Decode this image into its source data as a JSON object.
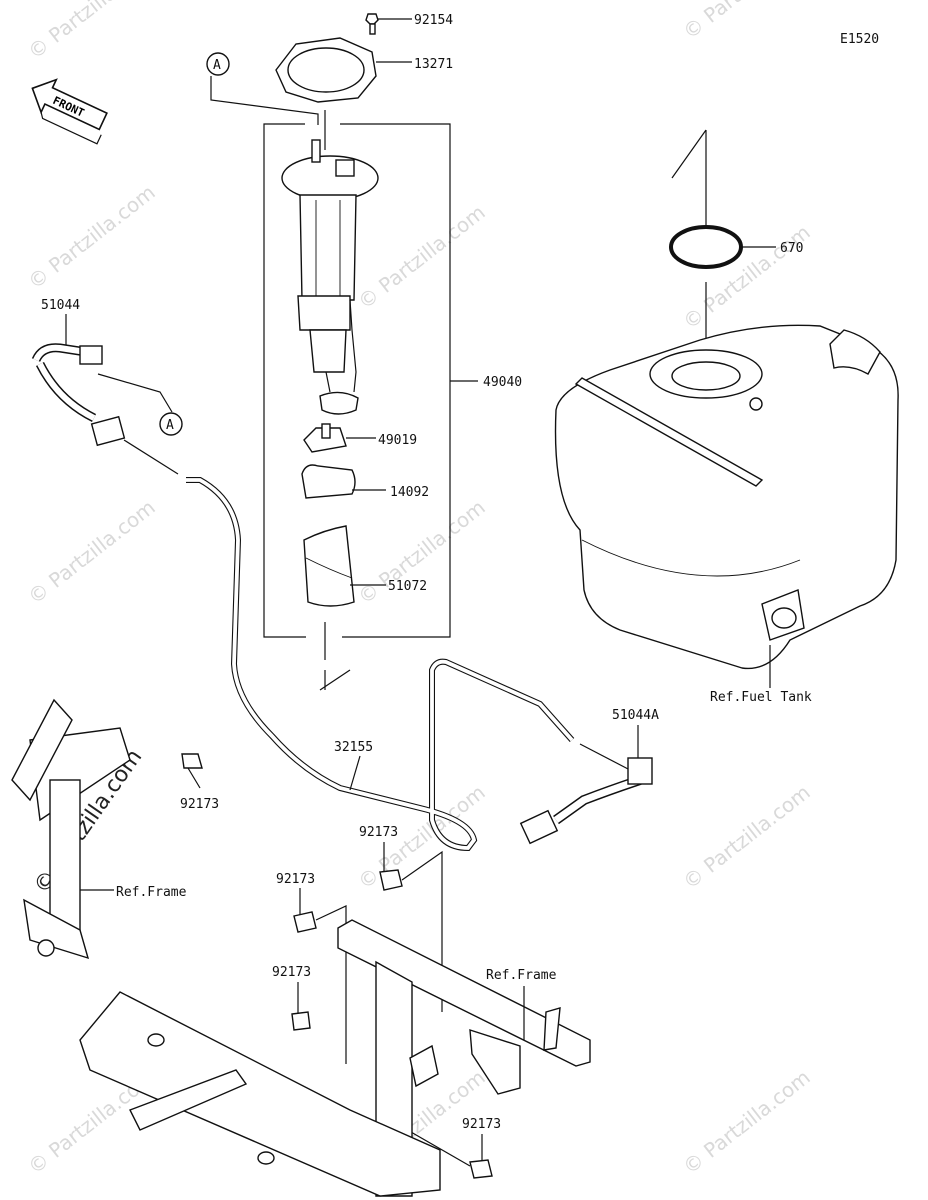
{
  "diagram_code": "E1520",
  "front_label": "FRONT",
  "callout_a": "A",
  "watermark": "© Partzilla.com",
  "parts": {
    "p92154": "92154",
    "p13271": "13271",
    "p670": "670",
    "p49040": "49040",
    "p49019": "49019",
    "p14092": "14092",
    "p51072": "51072",
    "p51044": "51044",
    "p51044A": "51044A",
    "p32155": "32155",
    "p92173": "92173"
  },
  "refs": {
    "fuel_tank": "Ref.Fuel Tank",
    "frame": "Ref.Frame"
  }
}
